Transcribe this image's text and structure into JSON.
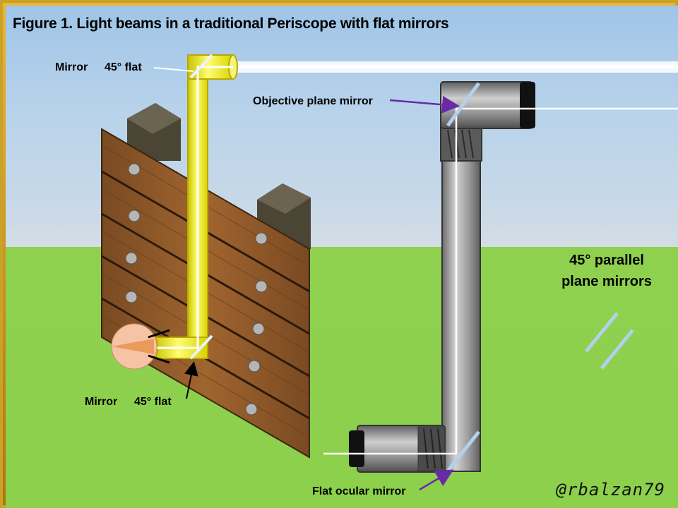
{
  "figure": {
    "title": "Figure 1. Light beams in a traditional Periscope with flat mirrors"
  },
  "labels": {
    "top_mirror_left": "Mirror",
    "top_mirror_right": "45° flat",
    "bottom_mirror_left": "Mirror",
    "bottom_mirror_right": "45° flat",
    "objective": "Objective plane mirror",
    "ocular": "Flat ocular mirror",
    "parallel_line1": "45° parallel",
    "parallel_line2": "plane mirrors"
  },
  "signature": "@rbalzan79",
  "colors": {
    "sky": "#a9cbe8",
    "grass": "#8fd14f",
    "wood": "#8a5a2b",
    "post": "#4a4535",
    "yellow_tube": "#f4f000",
    "grey_tube": "#9a9a9a",
    "arrow_purple": "#6a2aa8",
    "border_gold": "#c9a227"
  },
  "icons": [
    "eye-icon",
    "mirror-icon",
    "arrow-icon"
  ]
}
